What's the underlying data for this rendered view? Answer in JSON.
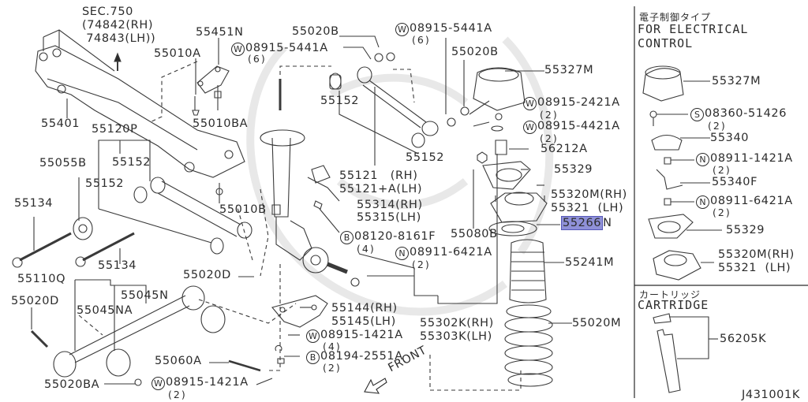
{
  "diagram": {
    "title_code": "J431001K",
    "highlight_color": "#8f91d8",
    "section_ref": {
      "line1": "SEC.750",
      "line2": "(74842(RH)",
      "line3": " 74843(LH))"
    },
    "front_label": "FRONT",
    "main_labels": [
      {
        "id": "55451N",
        "text": "55451N"
      },
      {
        "id": "55010A",
        "text": "55010A"
      },
      {
        "id": "55401",
        "text": "55401"
      },
      {
        "id": "55010BA",
        "text": "55010BA"
      },
      {
        "id": "55120P",
        "text": "55120P"
      },
      {
        "id": "55055B",
        "text": "55055B"
      },
      {
        "id": "55152_a",
        "text": "55152"
      },
      {
        "id": "55152_b",
        "text": "55152"
      },
      {
        "id": "55134_a",
        "text": "55134"
      },
      {
        "id": "55134_b",
        "text": "55134"
      },
      {
        "id": "55010B",
        "text": "55010B"
      },
      {
        "id": "55110Q",
        "text": "55110Q"
      },
      {
        "id": "55020D_a",
        "text": "55020D"
      },
      {
        "id": "55045N",
        "text": "55045N"
      },
      {
        "id": "55045NA",
        "text": "55045NA"
      },
      {
        "id": "55020D_b",
        "text": "55020D"
      },
      {
        "id": "55020BA",
        "text": "55020BA"
      },
      {
        "id": "55060A",
        "text": "55060A"
      },
      {
        "id": "08915-1421A_b",
        "text": "08915-1421A",
        "prefix": "W",
        "qty": "(2)"
      },
      {
        "id": "55020B_a",
        "text": "55020B"
      },
      {
        "id": "08915-5441A_a",
        "text": "08915-5441A",
        "prefix": "W",
        "qty": "(6)"
      },
      {
        "id": "08915-5441A_b",
        "text": "08915-5441A",
        "prefix": "W",
        "qty": "(6)"
      },
      {
        "id": "55020B_b",
        "text": "55020B"
      },
      {
        "id": "55152_c",
        "text": "55152"
      },
      {
        "id": "55152_d",
        "text": "55152"
      },
      {
        "id": "55121",
        "text": "55121   (RH)"
      },
      {
        "id": "55121+A",
        "text": "55121+A(LH)"
      },
      {
        "id": "55314",
        "text": "55314(RH)"
      },
      {
        "id": "55315",
        "text": "55315(LH)"
      },
      {
        "id": "08120-8161F",
        "text": "08120-8161F",
        "prefix": "B",
        "qty": "(4)"
      },
      {
        "id": "08911-6421A_a",
        "text": "08911-6421A",
        "prefix": "N",
        "qty": "(2)"
      },
      {
        "id": "55144",
        "text": "55144(RH)"
      },
      {
        "id": "55145",
        "text": "55145(LH)"
      },
      {
        "id": "08915-1421A_a",
        "text": "08915-1421A",
        "prefix": "W",
        "qty": "(4)"
      },
      {
        "id": "08194-2551A",
        "text": "08194-2551A",
        "prefix": "B",
        "qty": "(2)"
      },
      {
        "id": "55302K",
        "text": "55302K(RH)"
      },
      {
        "id": "55303K",
        "text": "55303K(LH)"
      },
      {
        "id": "55327M_a",
        "text": "55327M"
      },
      {
        "id": "08915-2421A",
        "text": "08915-2421A",
        "prefix": "W",
        "qty": "(2)"
      },
      {
        "id": "08915-4421A",
        "text": "08915-4421A",
        "prefix": "W",
        "qty": "(2)"
      },
      {
        "id": "56212A",
        "text": "56212A"
      },
      {
        "id": "55329_a",
        "text": "55329"
      },
      {
        "id": "55320M_a",
        "text": "55320M(RH)"
      },
      {
        "id": "55321_a",
        "text": "55321  (LH)"
      },
      {
        "id": "55080B",
        "text": "55080B"
      },
      {
        "id": "55266N",
        "text_highlighted": "55266",
        "text_rest": "N"
      },
      {
        "id": "55241M",
        "text": "55241M"
      },
      {
        "id": "55020M",
        "text": "55020M"
      }
    ],
    "side_panel": {
      "electrical": {
        "jp_title": "電子制御タイプ",
        "title_line1": "FOR ELECTRICAL",
        "title_line2": "CONTROL",
        "labels": [
          {
            "id": "55327M_b",
            "text": "55327M"
          },
          {
            "id": "08360-51426",
            "text": "08360-51426",
            "prefix": "S",
            "qty": "(2)"
          },
          {
            "id": "55340",
            "text": "55340"
          },
          {
            "id": "08911-1421A",
            "text": "08911-1421A",
            "prefix": "N",
            "qty": "(2)"
          },
          {
            "id": "55340F",
            "text": "55340F"
          },
          {
            "id": "08911-6421A_b",
            "text": "08911-6421A",
            "prefix": "N",
            "qty": "(2)"
          },
          {
            "id": "55329_b",
            "text": "55329"
          },
          {
            "id": "55320M_b",
            "text": "55320M(RH)"
          },
          {
            "id": "55321_b",
            "text": "55321  (LH)"
          }
        ]
      },
      "cartridge": {
        "jp_title": "カートリッジ",
        "title": "CARTRIDGE",
        "labels": [
          {
            "id": "56205K",
            "text": "56205K"
          }
        ]
      }
    }
  }
}
